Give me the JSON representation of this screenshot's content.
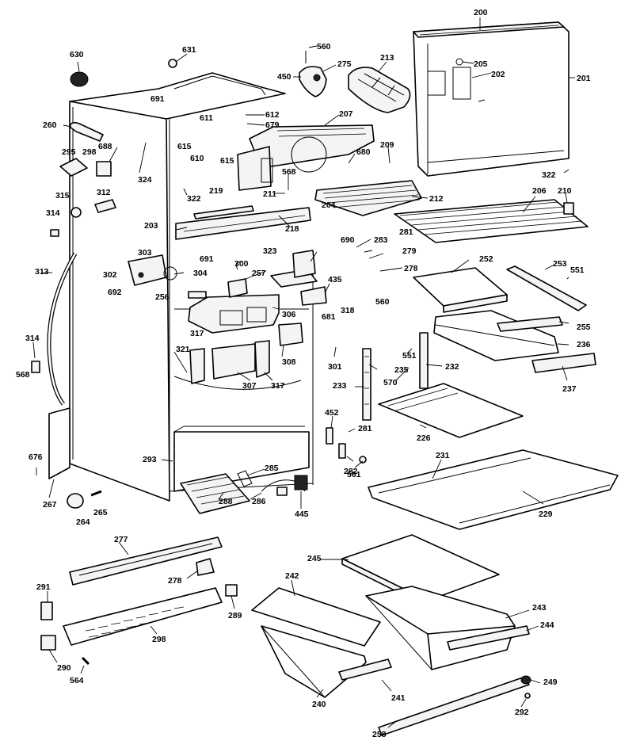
{
  "callouts": [
    "200",
    "201",
    "202",
    "205",
    "213",
    "275",
    "560",
    "450",
    "630",
    "631",
    "691",
    "612",
    "679",
    "611",
    "207",
    "209",
    "615",
    "610",
    "615",
    "680",
    "260",
    "688",
    "298",
    "295",
    "324",
    "568",
    "211",
    "212",
    "322",
    "206",
    "210",
    "312",
    "322",
    "219",
    "315",
    "314",
    "204",
    "203",
    "218",
    "690",
    "281",
    "283",
    "279",
    "278",
    "323",
    "691",
    "303",
    "300",
    "302",
    "304",
    "257",
    "692",
    "256",
    "435",
    "318",
    "560",
    "681",
    "306",
    "317",
    "252",
    "253",
    "551",
    "255",
    "236",
    "237",
    "321",
    "308",
    "301",
    "551",
    "235",
    "232",
    "313",
    "314",
    "568",
    "307",
    "317",
    "233",
    "570",
    "452",
    "281",
    "226",
    "282",
    "561",
    "293",
    "231",
    "285",
    "676",
    "267",
    "264",
    "265",
    "286",
    "445",
    "288",
    "229",
    "277",
    "245",
    "278",
    "242",
    "243",
    "244",
    "291",
    "289",
    "298",
    "290",
    "564",
    "241",
    "249",
    "240",
    "292",
    "258"
  ]
}
